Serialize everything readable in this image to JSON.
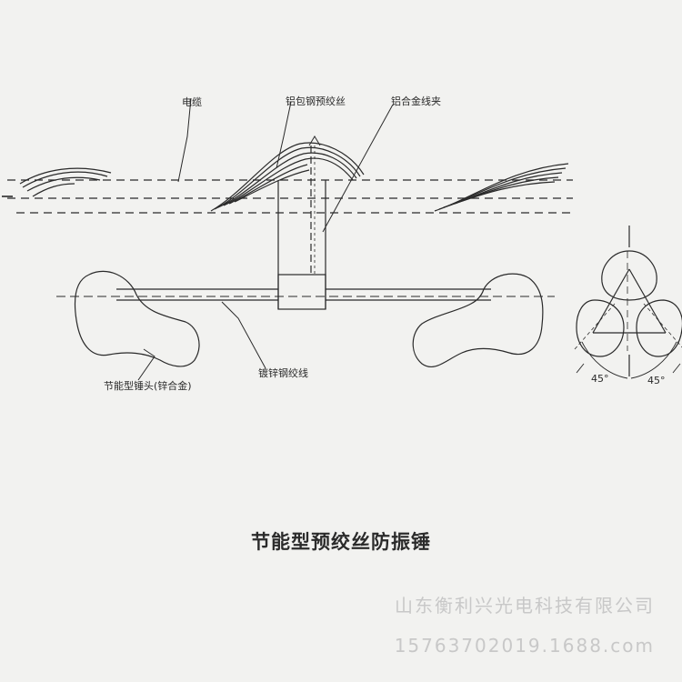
{
  "labels": {
    "cable": "电缆",
    "aluminum_clad_rod": "铝包钢预绞丝",
    "aluminum_clamp": "铝合金线夹",
    "hammer_head": "节能型锤头(锌合金)",
    "galvanized_strand": "镀锌钢绞线",
    "angle_left": "45°",
    "angle_right": "45°"
  },
  "title": "节能型预绞丝防振锤",
  "watermark": {
    "company": "山东衡利兴光电科技有限公司",
    "phone": "15763702019.1688.com"
  },
  "colors": {
    "ink": "#2a2a2a",
    "watermark": "#c8c8c8",
    "paper": "#f2f2f0"
  }
}
